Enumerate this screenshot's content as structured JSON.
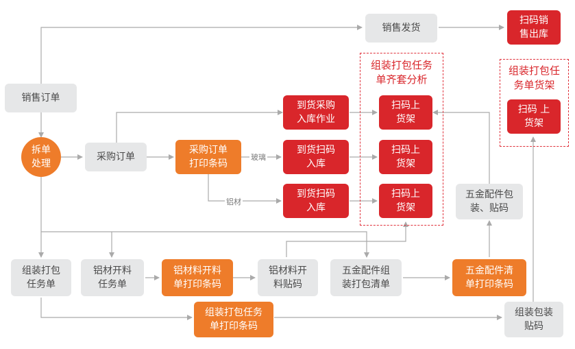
{
  "nodes": {
    "xiaoshou_dingdan": "销售订单",
    "chaidan": "拆单\n处理",
    "caigou_dingdan": "采购订单",
    "caigou_dayin": "采购订单\n打印条码",
    "daohuo_caigou": "到货采购\n入库作业",
    "daohuo_saoma_1": "到货扫码\n入库",
    "daohuo_saoma_2": "到货扫码\n入库",
    "saoma_shangjia_1": "扫码上\n货架",
    "saoma_shangjia_2": "扫码上\n货架",
    "saoma_shangjia_3": "扫码上\n货架",
    "xiaoshou_fahuo": "销售发货",
    "saoma_chuku": "扫码销\n售出库",
    "saoma_shangjia_4": "扫码 上\n货架",
    "wujin_baozhuang": "五金配件包\n装、贴码",
    "zuzhuang_rwd": "组装打包\n任务单",
    "lvcai_kailiao": "铝材开料\n任务单",
    "lvcai_dayin": "铝材料开料\n单打印条码",
    "lvcai_tiema": "铝材料开\n料贴码",
    "wujin_qingdan": "五金配件组\n装打包清单",
    "wujin_dayin": "五金配件清\n单打印条码",
    "zuzhuang_dayin": "组装打包任务\n单打印条码",
    "zuzhuang_tiema": "组装包装\n贴码"
  },
  "groups": {
    "qitao_fenxi": "组装打包任务\n单齐套分析",
    "huojia": "组装打包任\n务单货架"
  },
  "edge_labels": {
    "boli": "玻璃",
    "lvcai": "铝材"
  },
  "colors": {
    "gray_box": "#e6e7e8",
    "orange_box": "#ee7c2a",
    "red_box": "#d9262b",
    "connector": "#aaaaaa",
    "dashed_border": "#e0303a"
  }
}
